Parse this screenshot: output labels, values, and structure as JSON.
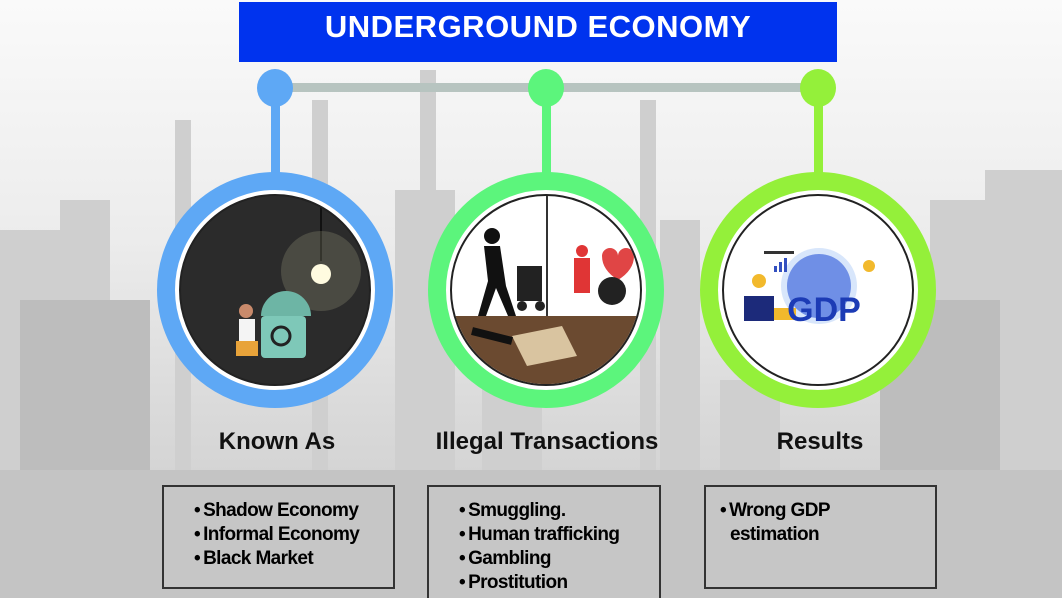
{
  "title": "UNDERGROUND ECONOMY",
  "colors": {
    "title_bg": "#0033ee",
    "blue": "#5ea8f5",
    "green": "#5cf57c",
    "lime": "#94f03a",
    "connector": "#b7c4c0"
  },
  "columns": [
    {
      "heading": "Known As",
      "icon": "lightbulb-safe-illustration",
      "items": [
        "Shadow Economy",
        "Informal Economy",
        "Black Market"
      ]
    },
    {
      "heading": "Illegal Transactions",
      "icon": "smuggling-gambling-bribe-illustration",
      "items": [
        "Smuggling.",
        "Human trafficking",
        "Gambling",
        "Prostitution"
      ]
    },
    {
      "heading": "Results",
      "icon": "gdp-globe-illustration",
      "gdp_label": "GDP",
      "items": [
        "Wrong GDP estimation"
      ]
    }
  ]
}
